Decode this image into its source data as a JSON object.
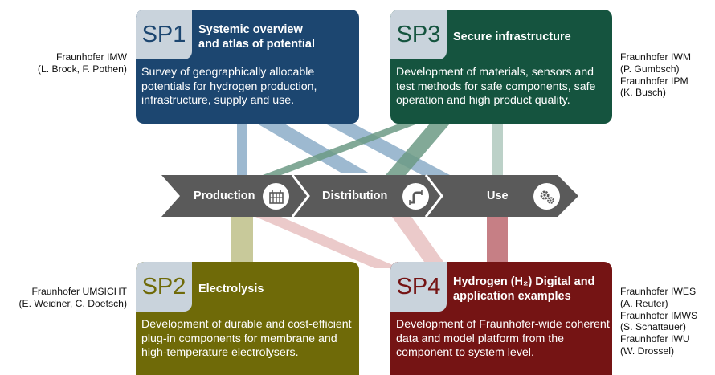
{
  "subprojects": {
    "sp1": {
      "tag": "SP1",
      "title_line1": "Systemic overview",
      "title_line2": "and atlas of potential",
      "body": "Survey of geographically allocable potentials for hydrogen production, infrastructure, supply and use.",
      "color": "#1c4670",
      "affiliation": [
        "Fraunhofer IMW",
        "(L. Brock, F. Pothen)"
      ]
    },
    "sp2": {
      "tag": "SP2",
      "title_line1": "Electrolysis",
      "body": "Development of durable and cost-efficient plug-in components for membrane and high-temperature electrolysers.",
      "color": "#6f6a08",
      "affiliation": [
        "Fraunhofer UMSICHT",
        "(E. Weidner, C. Doetsch)"
      ]
    },
    "sp3": {
      "tag": "SP3",
      "title_line1": "Secure infrastructure",
      "body": "Development of materials, sensors and test methods for safe components, safe operation and high product quality.",
      "color": "#15543f",
      "affiliation": [
        "Fraunhofer IWM",
        "(P. Gumbsch)",
        "Fraunhofer IPM",
        "(K. Busch)"
      ]
    },
    "sp4": {
      "tag": "SP4",
      "title_line1": "Hydrogen (H₂) Digital and",
      "title_line2": "application examples",
      "body": "Development of Fraunhofer-wide coherent data and model platform from the component to system level.",
      "color": "#751414",
      "affiliation": [
        "Fraunhofer IWES",
        "(A. Reuter)",
        "Fraunhofer IMWS",
        "(S. Schattauer)",
        "Fraunhofer IWU",
        "(W. Drossel)"
      ]
    }
  },
  "value_chain": {
    "color": "#5a5a5a",
    "stages": [
      {
        "label": "Production",
        "icon": "electrolyser-stack-icon"
      },
      {
        "label": "Distribution",
        "icon": "pipeline-icon"
      },
      {
        "label": "Use",
        "icon": "gears-icon"
      }
    ]
  }
}
